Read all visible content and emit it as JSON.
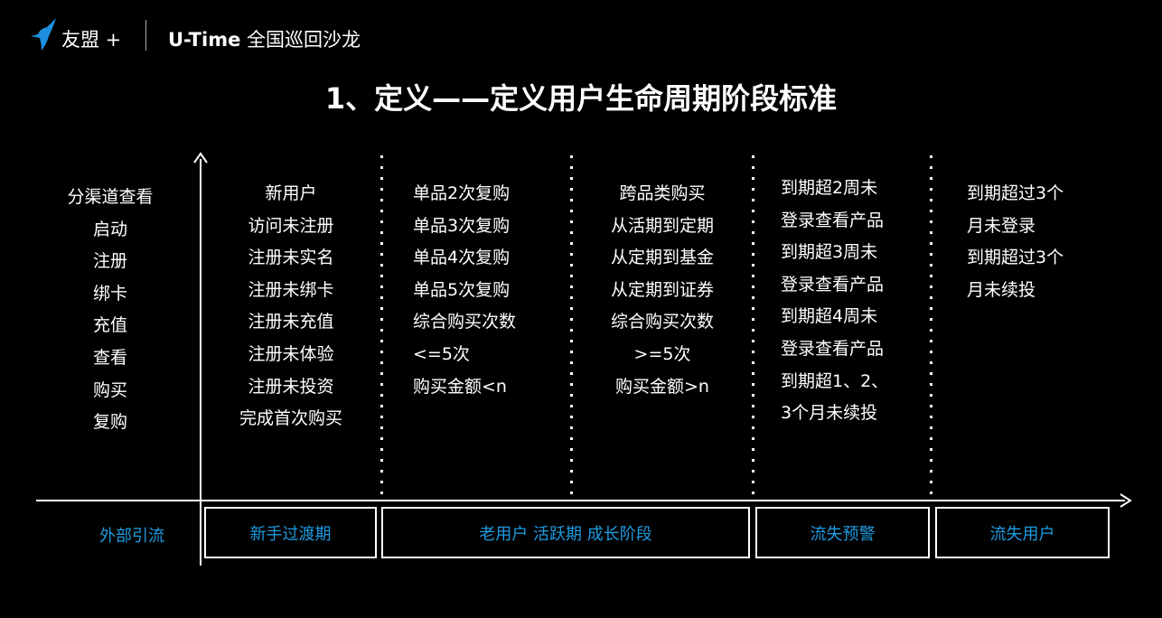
{
  "header": {
    "brand": "友盟 +",
    "event_bold": "U-Time",
    "event_rest": " 全国巡回沙龙"
  },
  "title": "1、定义——定义用户生命周期阶段标准",
  "columns": [
    [
      "分渠道查看",
      "启动",
      "注册",
      "绑卡",
      "充值",
      "查看",
      "购买",
      "复购"
    ],
    [
      "新用户",
      "访问未注册",
      "注册未实名",
      "注册未绑卡",
      "注册未充值",
      "注册未体验",
      "注册未投资",
      "完成首次购买"
    ],
    [
      "单品2次复购",
      "单品3次复购",
      "单品4次复购",
      "单品5次复购",
      "综合购买次数",
      "<=5次",
      "购买金额<n"
    ],
    [
      "跨品类购买",
      "从活期到定期",
      "从定期到基金",
      "从定期到证券",
      "综合购买次数",
      ">=5次",
      "购买金额>n"
    ],
    [
      "到期超2周未",
      "登录查看产品",
      "到期超3周未",
      "登录查看产品",
      "到期超4周未",
      "登录查看产品",
      "到期超1、2、",
      "3个月未续投"
    ],
    [
      "到期超过3个",
      "月未登录",
      "到期超过3个",
      "月未续投"
    ]
  ],
  "stages": [
    "外部引流",
    "新手过渡期",
    "老用户 活跃期 成长阶段",
    "流失预警",
    "流失用户"
  ],
  "colors": {
    "accent": "#1e9be0"
  }
}
